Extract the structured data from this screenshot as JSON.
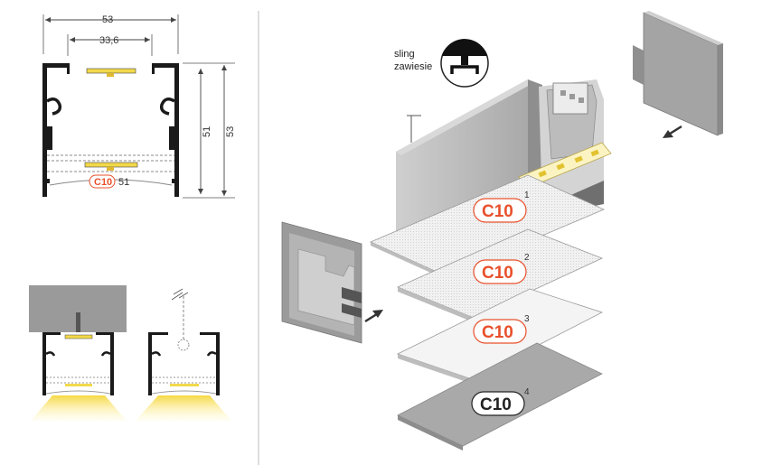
{
  "dimensions": {
    "top_width": "53",
    "inner_width": "33,6",
    "inner_height": "51",
    "outer_height": "53",
    "diffuser_width": "51"
  },
  "sling_label": [
    "sling",
    "zawiesie"
  ],
  "diffusers": [
    {
      "code": "C10",
      "number": "1"
    },
    {
      "code": "C10",
      "number": "2"
    },
    {
      "code": "C10",
      "number": "3"
    },
    {
      "code": "C10",
      "number": "4"
    }
  ],
  "profile_badge": "C10",
  "colors": {
    "accent": "#e8502b",
    "profile": "#1a1a1a",
    "led_strip": "#f2d94a",
    "light_beam": "#f7e26a",
    "ceiling": "#9a9a9a",
    "housing": "#bdbdbd",
    "separator": "#c8c8c8"
  },
  "icons": [
    "sling-icon",
    "arrow-icon"
  ]
}
